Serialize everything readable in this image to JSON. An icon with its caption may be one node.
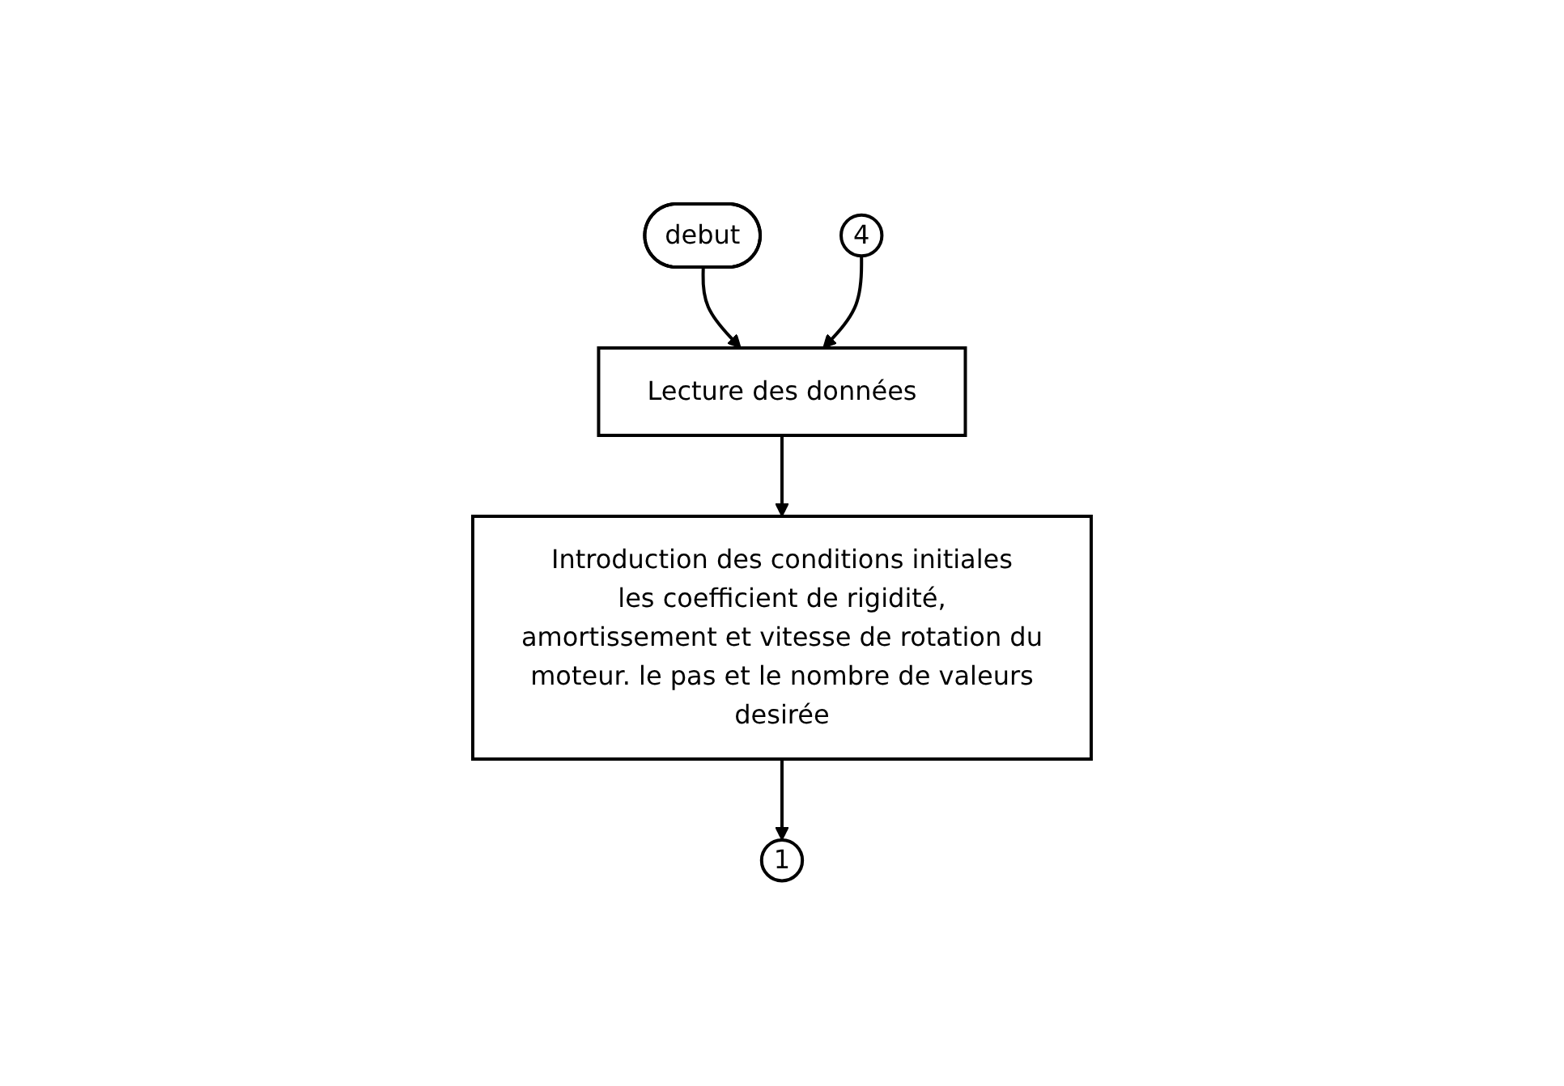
{
  "diagram": {
    "nodes": [
      {
        "text": [
          "debut"
        ]
      },
      {
        "text": [
          "Lecture des données"
        ]
      },
      {
        "text": [
          "Introduction des conditions initiales les coefficient de rigidité, amortissement et vitesse de rotation du moteur. le pas et le nombre de valeurs desirée"
        ]
      },
      {
        "text": [
          "4"
        ]
      },
      {
        "text": [
          "1"
        ]
      }
    ],
    "edges": [
      {
        "from": 0,
        "to": 1,
        "arrow": "to"
      },
      {
        "from": 3,
        "to": 1,
        "arrow": "to"
      },
      {
        "from": 1,
        "to": 2,
        "arrow": "to"
      },
      {
        "from": 2,
        "to": 4,
        "arrow": "to"
      }
    ]
  }
}
